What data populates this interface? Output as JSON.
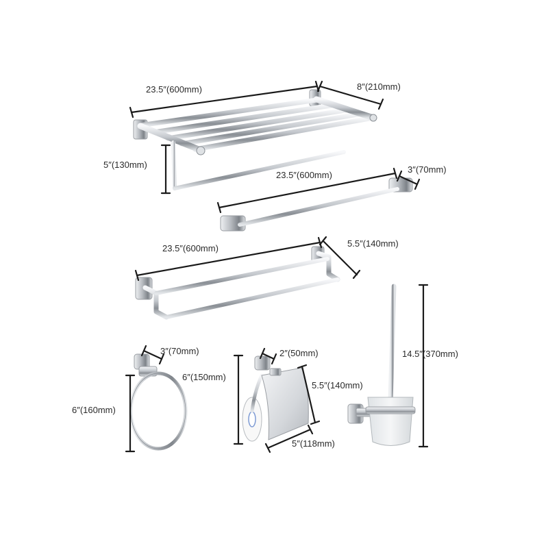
{
  "colors": {
    "background": "#ffffff",
    "dimension_line": "#1a1a1a",
    "chrome_light": "#f4f6f8",
    "chrome_mid": "#c9cdd2",
    "chrome_dark": "#6e7379",
    "frosted_glass": "#e9ecee"
  },
  "products": {
    "towel_shelf": {
      "width_label": "23.5″(600mm)",
      "depth_label": "8″(210mm)",
      "height_label": "5″(130mm)"
    },
    "single_towel_bar": {
      "width_label": "23.5″(600mm)",
      "depth_label": "3″(70mm)"
    },
    "double_towel_bar": {
      "width_label": "23.5″(600mm)",
      "depth_label": "5.5″(140mm)"
    },
    "towel_ring": {
      "depth_label": "3″(70mm)",
      "height_label": "6″(160mm)"
    },
    "paper_holder": {
      "depth_label": "2″(50mm)",
      "height_label": "6″(150mm)",
      "cover_height_label": "5.5″(140mm)",
      "width_label": "5″(118mm)"
    },
    "toilet_brush": {
      "height_label": "14.5″(370mm)"
    }
  }
}
